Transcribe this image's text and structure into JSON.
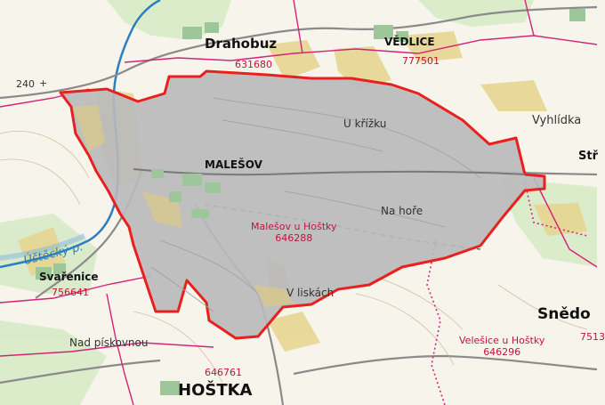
{
  "map": {
    "colors": {
      "background": "#f7f4ec",
      "selected_area_fill": "#b9b9bb",
      "selected_area_border": "#e8201e",
      "cadastral_border": "#d4237a",
      "settlement_green": "#9dc79a",
      "slope_yellow": "#d7c27a",
      "forest_green": "#cfe5c0",
      "water_blue": "#2a7fc1",
      "road": "#8a8a8a"
    },
    "main": {
      "town": "MALEŠOV",
      "area_name": "Malešov u Hoštky",
      "area_code": "646288"
    },
    "towns": [
      {
        "id": "drahobuz",
        "name": "Drahobuz",
        "code": "631680"
      },
      {
        "id": "vedlice",
        "name": "VĚDLICE",
        "code": "777501"
      },
      {
        "id": "svarenice",
        "name": "Svařenice",
        "code": "756641"
      },
      {
        "id": "hostka",
        "name": "HOŠTKA",
        "code": "646761"
      },
      {
        "id": "snedovice",
        "name": "Snědo",
        "code": "7513"
      },
      {
        "id": "str",
        "name": "Stř",
        "code": ""
      }
    ],
    "other_areas": [
      {
        "id": "velesice",
        "name": "Velešice u Hoštky",
        "code": "646296"
      }
    ],
    "field_names": [
      "U křížku",
      "Na hoře",
      "V liskách",
      "Nad pískovnou",
      "Vyhlídka"
    ],
    "stream": "Úštěcký p.",
    "elevation": "240"
  }
}
